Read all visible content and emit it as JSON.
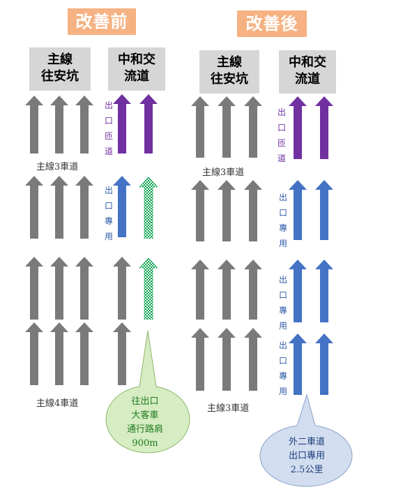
{
  "titles": {
    "before": "改善前",
    "after": "改善後"
  },
  "headers": {
    "before_main": [
      "主線",
      "往安坑"
    ],
    "before_ramp": [
      "中和交",
      "流道"
    ],
    "after_main": [
      "主線",
      "往安坑"
    ],
    "after_ramp": [
      "中和交",
      "流道"
    ]
  },
  "labels": {
    "before_main3": "主線3車道",
    "before_main4": "主線4車道",
    "after_main3_top": "主線3車道",
    "after_main3_bottom": "主線3車道"
  },
  "vlabels": {
    "exit_ramp": [
      "出",
      "口",
      "匝",
      "道"
    ],
    "exit_only": [
      "出",
      "口",
      "專",
      "用"
    ]
  },
  "bubbles": {
    "before": [
      "往出口",
      "大客車",
      "通行路肩",
      "900m"
    ],
    "after": [
      "外二車道",
      "出口專用",
      "2.5公里"
    ]
  },
  "colors": {
    "title_bg": "#f6b283",
    "header_bg": "#d6d6d6",
    "gray_arrow": "#7a7a7a",
    "purple_arrow": "#7030a0",
    "blue_arrow": "#4472c4",
    "green_check": "#00a04a",
    "green_bubble": "#d6ecc3",
    "blue_bubble": "#d2ddf0",
    "purple_text": "#7030a0",
    "blue_text": "#2e5aa8",
    "green_text": "#1e7b1e"
  }
}
